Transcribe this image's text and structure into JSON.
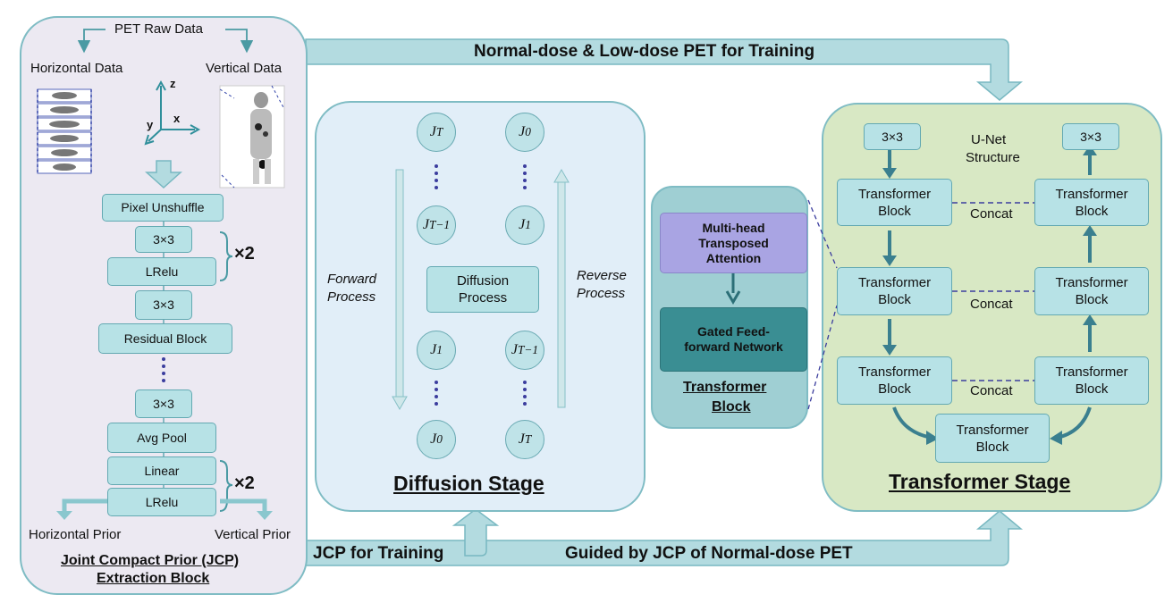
{
  "colors": {
    "extraction_bg": "#ece9f2",
    "diffusion_bg": "#e1eef8",
    "transformer_bg": "#d8e8c4",
    "block_panel_bg": "#9fcfd3",
    "box_fill": "#b7e2e6",
    "mhta_fill": "#a9a4e3",
    "gffn_fill": "#3a8e93",
    "flow_band": "#b3dbe0",
    "arrow": "#3f8a94",
    "dotted": "#3b3d9e"
  },
  "banners": {
    "top": "Normal-dose & Low-dose PET for Training",
    "jcp_training": "JCP for Training",
    "guided": "Guided by JCP of Normal-dose PET"
  },
  "extraction": {
    "raw_data": "PET Raw Data",
    "horizontal_data": "Horizontal Data",
    "vertical_data": "Vertical Data",
    "axis_z": "z",
    "axis_x": "x",
    "axis_y": "y",
    "pixel_unshuffle": "Pixel Unshuffle",
    "conv1": "3×3",
    "lrelu1": "LRelu",
    "repeat1": "×2",
    "conv2": "3×3",
    "residual": "Residual Block",
    "conv3": "3×3",
    "avg_pool": "Avg Pool",
    "linear": "Linear",
    "lrelu2": "LRelu",
    "repeat2": "×2",
    "horizontal_prior": "Horizontal Prior",
    "vertical_prior": "Vertical Prior",
    "title_line1": "Joint Compact Prior (JCP)",
    "title_line2": "Extraction Block"
  },
  "diffusion": {
    "forward_line1": "Forward",
    "forward_line2": "Process",
    "reverse_line1": "Reverse",
    "reverse_line2": "Process",
    "center_line1": "Diffusion",
    "center_line2": "Process",
    "nodes_left": [
      "J^T",
      "J^{T−1}",
      "J^1",
      "J^0"
    ],
    "nodes_right": [
      "J^0",
      "J^1",
      "J^{T−1}",
      "J^T"
    ],
    "title": "Diffusion Stage"
  },
  "transformer_block": {
    "mhta": [
      "Multi-head",
      "Transposed",
      "Attention"
    ],
    "gffn": [
      "Gated Feed-",
      "forward Network"
    ],
    "title_line1": "Transformer",
    "title_line2": "Block"
  },
  "transformer_stage": {
    "conv_in": "3×3",
    "conv_out": "3×3",
    "unet_line1": "U-Net",
    "unet_line2": "Structure",
    "block_line1": "Transformer",
    "block_line2": "Block",
    "concat": "Concat",
    "title": "Transformer Stage"
  }
}
